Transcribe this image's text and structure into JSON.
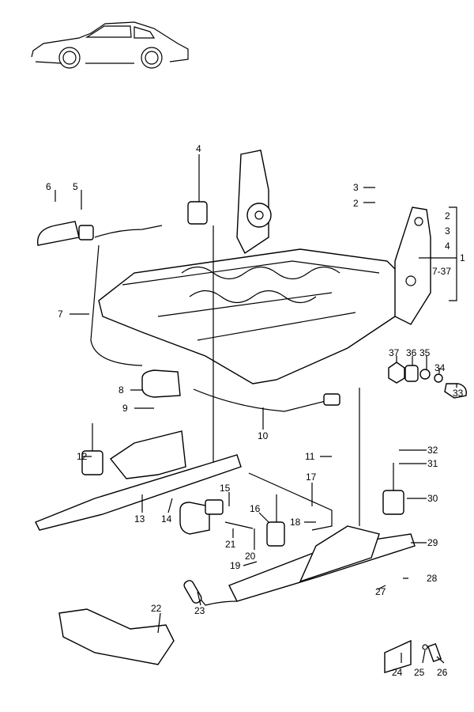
{
  "diagram": {
    "bracket_items": [
      "2",
      "3",
      "4",
      "7-37"
    ],
    "bracket_label": "1",
    "callouts": [
      {
        "id": "c2",
        "text": "2"
      },
      {
        "id": "c3",
        "text": "3"
      },
      {
        "id": "c4",
        "text": "4"
      },
      {
        "id": "c5",
        "text": "5"
      },
      {
        "id": "c6",
        "text": "6"
      },
      {
        "id": "c7",
        "text": "7"
      },
      {
        "id": "c8",
        "text": "8"
      },
      {
        "id": "c9",
        "text": "9"
      },
      {
        "id": "c10",
        "text": "10"
      },
      {
        "id": "c11",
        "text": "11"
      },
      {
        "id": "c12",
        "text": "12"
      },
      {
        "id": "c13",
        "text": "13"
      },
      {
        "id": "c14",
        "text": "14"
      },
      {
        "id": "c15",
        "text": "15"
      },
      {
        "id": "c16",
        "text": "16"
      },
      {
        "id": "c17",
        "text": "17"
      },
      {
        "id": "c18",
        "text": "18"
      },
      {
        "id": "c19",
        "text": "19"
      },
      {
        "id": "c20",
        "text": "20"
      },
      {
        "id": "c21",
        "text": "21"
      },
      {
        "id": "c22",
        "text": "22"
      },
      {
        "id": "c23",
        "text": "23"
      },
      {
        "id": "c24",
        "text": "24"
      },
      {
        "id": "c25",
        "text": "25"
      },
      {
        "id": "c26",
        "text": "26"
      },
      {
        "id": "c27",
        "text": "27"
      },
      {
        "id": "c28",
        "text": "28"
      },
      {
        "id": "c29",
        "text": "29"
      },
      {
        "id": "c30",
        "text": "30"
      },
      {
        "id": "c31",
        "text": "31"
      },
      {
        "id": "c32",
        "text": "32"
      },
      {
        "id": "c33",
        "text": "33"
      },
      {
        "id": "c34",
        "text": "34"
      },
      {
        "id": "c35",
        "text": "35"
      },
      {
        "id": "c36",
        "text": "36"
      },
      {
        "id": "c37",
        "text": "37"
      }
    ]
  }
}
